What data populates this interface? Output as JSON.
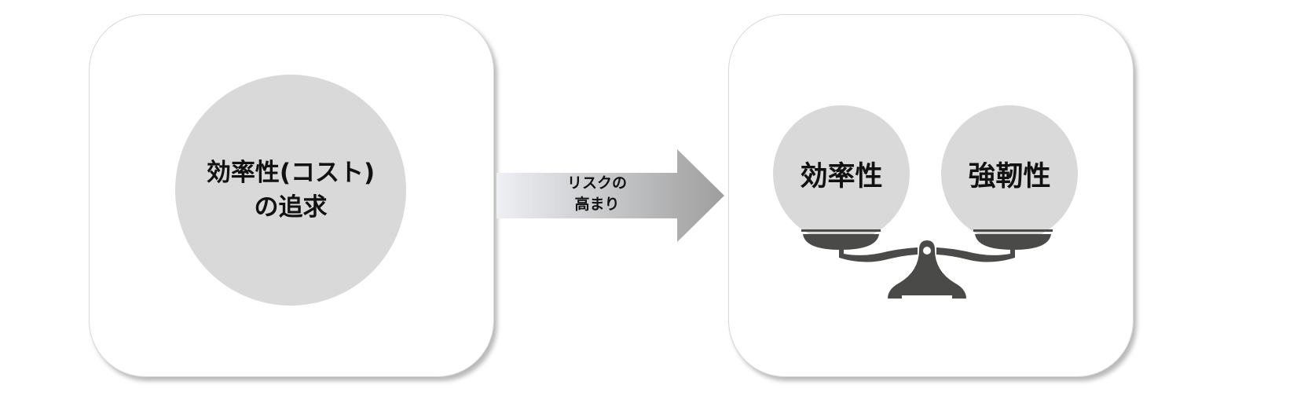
{
  "left_panel": {
    "circle_line1": "効率性(コスト)",
    "circle_line2": "の追求"
  },
  "arrow": {
    "line1": "リスクの",
    "line2": "高まり"
  },
  "right_panel": {
    "left_label": "効率性",
    "right_label": "強靭性"
  },
  "colors": {
    "circle": "#d9d9d9",
    "scale": "#4a4a48",
    "arrow_start": "#eef0f4",
    "arrow_end": "#9e9e9e"
  }
}
